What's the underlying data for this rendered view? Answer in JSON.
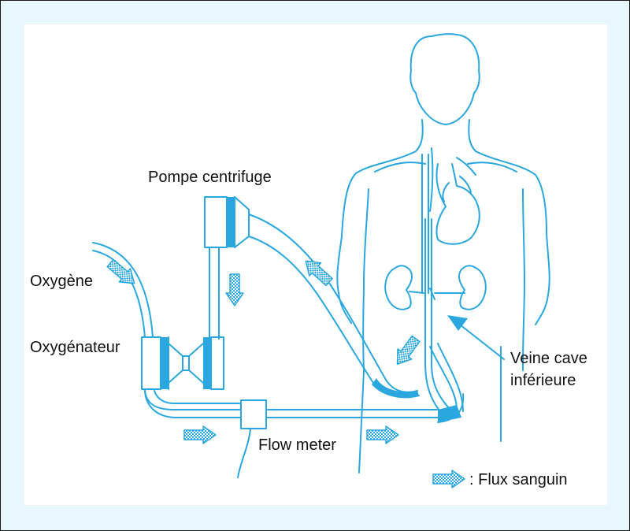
{
  "labels": {
    "pump": "Pompe centrifuge",
    "oxygen": "Oxygène",
    "oxygenator": "Oxygénateur",
    "vena_cava_line1": "Veine cave",
    "vena_cava_line2": "inférieure",
    "flow_meter": "Flow meter",
    "legend": ": Flux sanguin"
  },
  "colors": {
    "line": "#2aa7df",
    "frame_bg": "#e8f6fd",
    "panel_bg": "#ffffff"
  }
}
